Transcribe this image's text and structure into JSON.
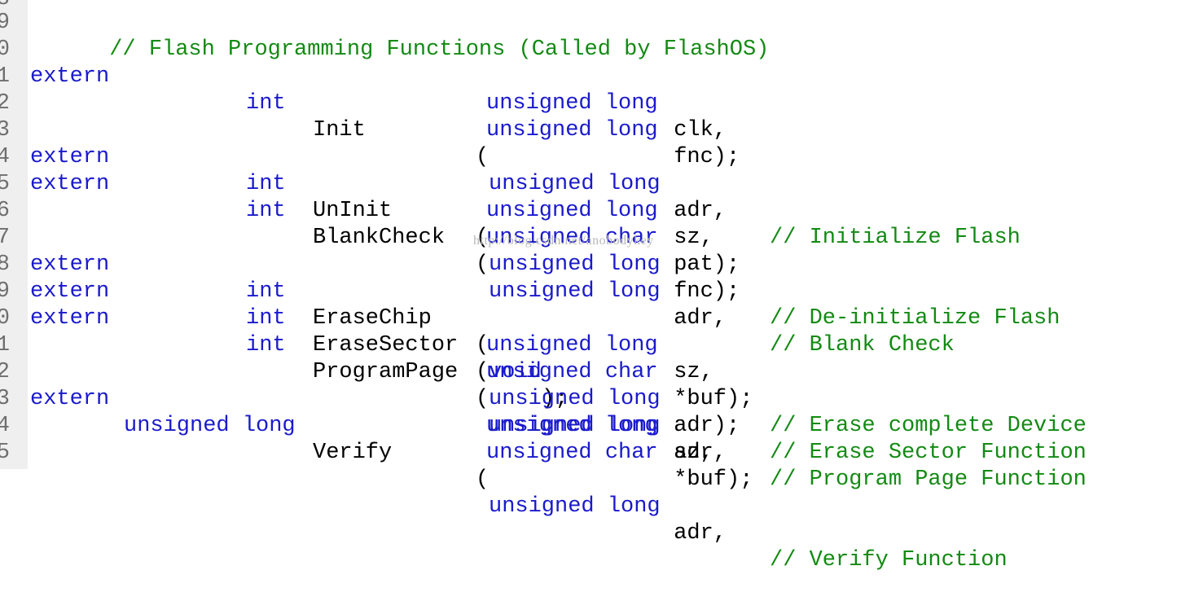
{
  "colors": {
    "keyword": "#1a1acc",
    "comment": "#138a13",
    "text": "#000000",
    "gutter_bg": "#efefef",
    "line_number": "#6e6e6e"
  },
  "gutter": {
    "line_numbers": [
      "8",
      "9",
      "0",
      "1",
      "2",
      "3",
      "4",
      "5",
      "6",
      "7",
      "8",
      "9",
      "0",
      "1",
      "2",
      "3",
      "4",
      "5"
    ]
  },
  "code": {
    "comment_header": "// Flash Programming Functions (Called by FlashOS)",
    "init": {
      "extern": "extern",
      "ret": "int",
      "name": "Init",
      "p1_open": "(",
      "p1_kw": "unsigned long",
      "p1_rest": " adr,",
      "comment": "// Initialize Flash",
      "p2_kw": "unsigned long",
      "p2_rest": " clk,",
      "p3_kw": "unsigned long",
      "p3_rest": " fnc);"
    },
    "uninit": {
      "extern": "extern",
      "ret": "int",
      "name": "UnInit",
      "p1_open": "(",
      "p1_kw": "unsigned long",
      "p1_rest": " fnc);",
      "comment": "// De-initialize Flash"
    },
    "blankcheck": {
      "extern": "extern",
      "ret": "int",
      "name": "BlankCheck",
      "p1_open": "(",
      "p1_kw": "unsigned long",
      "p1_rest": " adr,",
      "comment": "// Blank Check",
      "p2_kw": "unsigned long",
      "p2_rest": " sz,",
      "p3_kw": "unsigned char",
      "p3_rest": " pat);"
    },
    "erasechip": {
      "extern": "extern",
      "ret": "int",
      "name": "EraseChip",
      "p1_open": "(",
      "p1_kw": "void",
      "p1_rest": ");",
      "comment": "// Erase complete Device"
    },
    "erasesector": {
      "extern": "extern",
      "ret": "int",
      "name": "EraseSector",
      "p1_open": "(",
      "p1_kw": "unsigned long",
      "p1_rest": " adr);",
      "comment": "// Erase Sector Function"
    },
    "programpage": {
      "extern": "extern",
      "ret": "int",
      "name": "ProgramPage",
      "p1_open": "(",
      "p1_kw": "unsigned long",
      "p1_rest": " adr,",
      "comment": "// Program Page Function",
      "p2_kw": "unsigned long",
      "p2_rest": " sz,",
      "p3_kw": "unsigned char",
      "p3_rest": " *buf);"
    },
    "verify": {
      "extern": "extern",
      "ret": "unsigned long",
      "name": "Verify",
      "p1_open": "(",
      "p1_kw": "unsigned long",
      "p1_rest": " adr,",
      "comment": "// Verify Function",
      "p2_kw": "unsigned long",
      "p2_rest": " sz,",
      "p3_kw": "unsigned char",
      "p3_rest": " *buf);"
    }
  },
  "watermark": "http://blog.csdn.net/anobodykey"
}
